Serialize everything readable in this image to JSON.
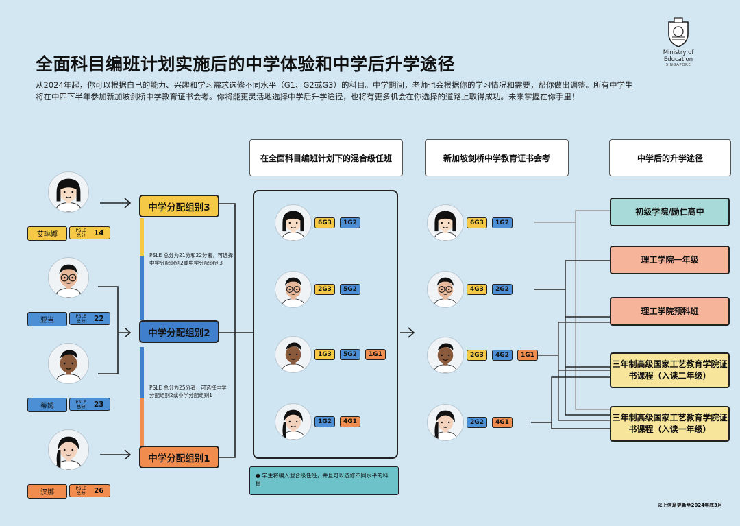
{
  "title": "全面科目编班计划实施后的中学体验和中学后升学途径",
  "intro": "从2024年起，你可以根据自己的能力、兴趣和学习需求选修不同水平（G1、G2或G3）的科目。中学期间，老师也会根据你的学习情况和需要，帮你做出调整。所有中学生将在中四下半年参加新加坡剑桥中学教育证书会考。你将能更灵活地选择中学后升学途径，也将有更多机会在你选择的道路上取得成功。未来掌握在你手里！",
  "logo": {
    "line1": "Ministry of Education",
    "line2": "SINGAPORE"
  },
  "headers": {
    "mixed_class": "在全面科目编班计划下的混合级任班",
    "exam": "新加坡剑桥中学教育证书会考",
    "post": "中学后的升学途径"
  },
  "students": [
    {
      "name": "艾琳娜",
      "score_label": "PSLE 总分",
      "score": "14"
    },
    {
      "name": "亚当",
      "score_label": "PSLE 总分",
      "score": "22"
    },
    {
      "name": "蒂姆",
      "score_label": "PSLE 总分",
      "score": "23"
    },
    {
      "name": "汉娜",
      "score_label": "PSLE 总分",
      "score": "26"
    }
  ],
  "groups": {
    "g3": "中学分配组别3",
    "g2": "中学分配组别2",
    "g1": "中学分配组别1"
  },
  "notes": {
    "upper": "PSLE 总分为21分和22分者，可选择中学分配组别2或中学分配组别3",
    "lower": "PSLE 总分为25分者，可选择中学分配组别2或中学分配组别1"
  },
  "mixed_chips": [
    [
      "6G3",
      "1G2"
    ],
    [
      "2G3",
      "5G2"
    ],
    [
      "1G3",
      "5G2",
      "1G1"
    ],
    [
      "1G2",
      "4G1"
    ]
  ],
  "exam_chips": [
    [
      "6G3",
      "1G2"
    ],
    [
      "4G3",
      "2G2"
    ],
    [
      "2G3",
      "4G2",
      "1G1"
    ],
    [
      "2G2",
      "4G1"
    ]
  ],
  "chip_colors": {
    "G3": "#f5c945",
    "G2": "#4d8fd4",
    "G1": "#ef8c4e"
  },
  "pathways": [
    "初级学院/励仁高中",
    "理工学院一年级",
    "理工学院预科班",
    "三年制高级国家工艺教育学院证书课程（入读二年级）",
    "三年制高级国家工艺教育学院证书课程（入读一年级）"
  ],
  "teal_note": "学生将编入混合级任班，并且可以选修不同水平的科目",
  "footer": "以上信息更新至2024年底3月"
}
